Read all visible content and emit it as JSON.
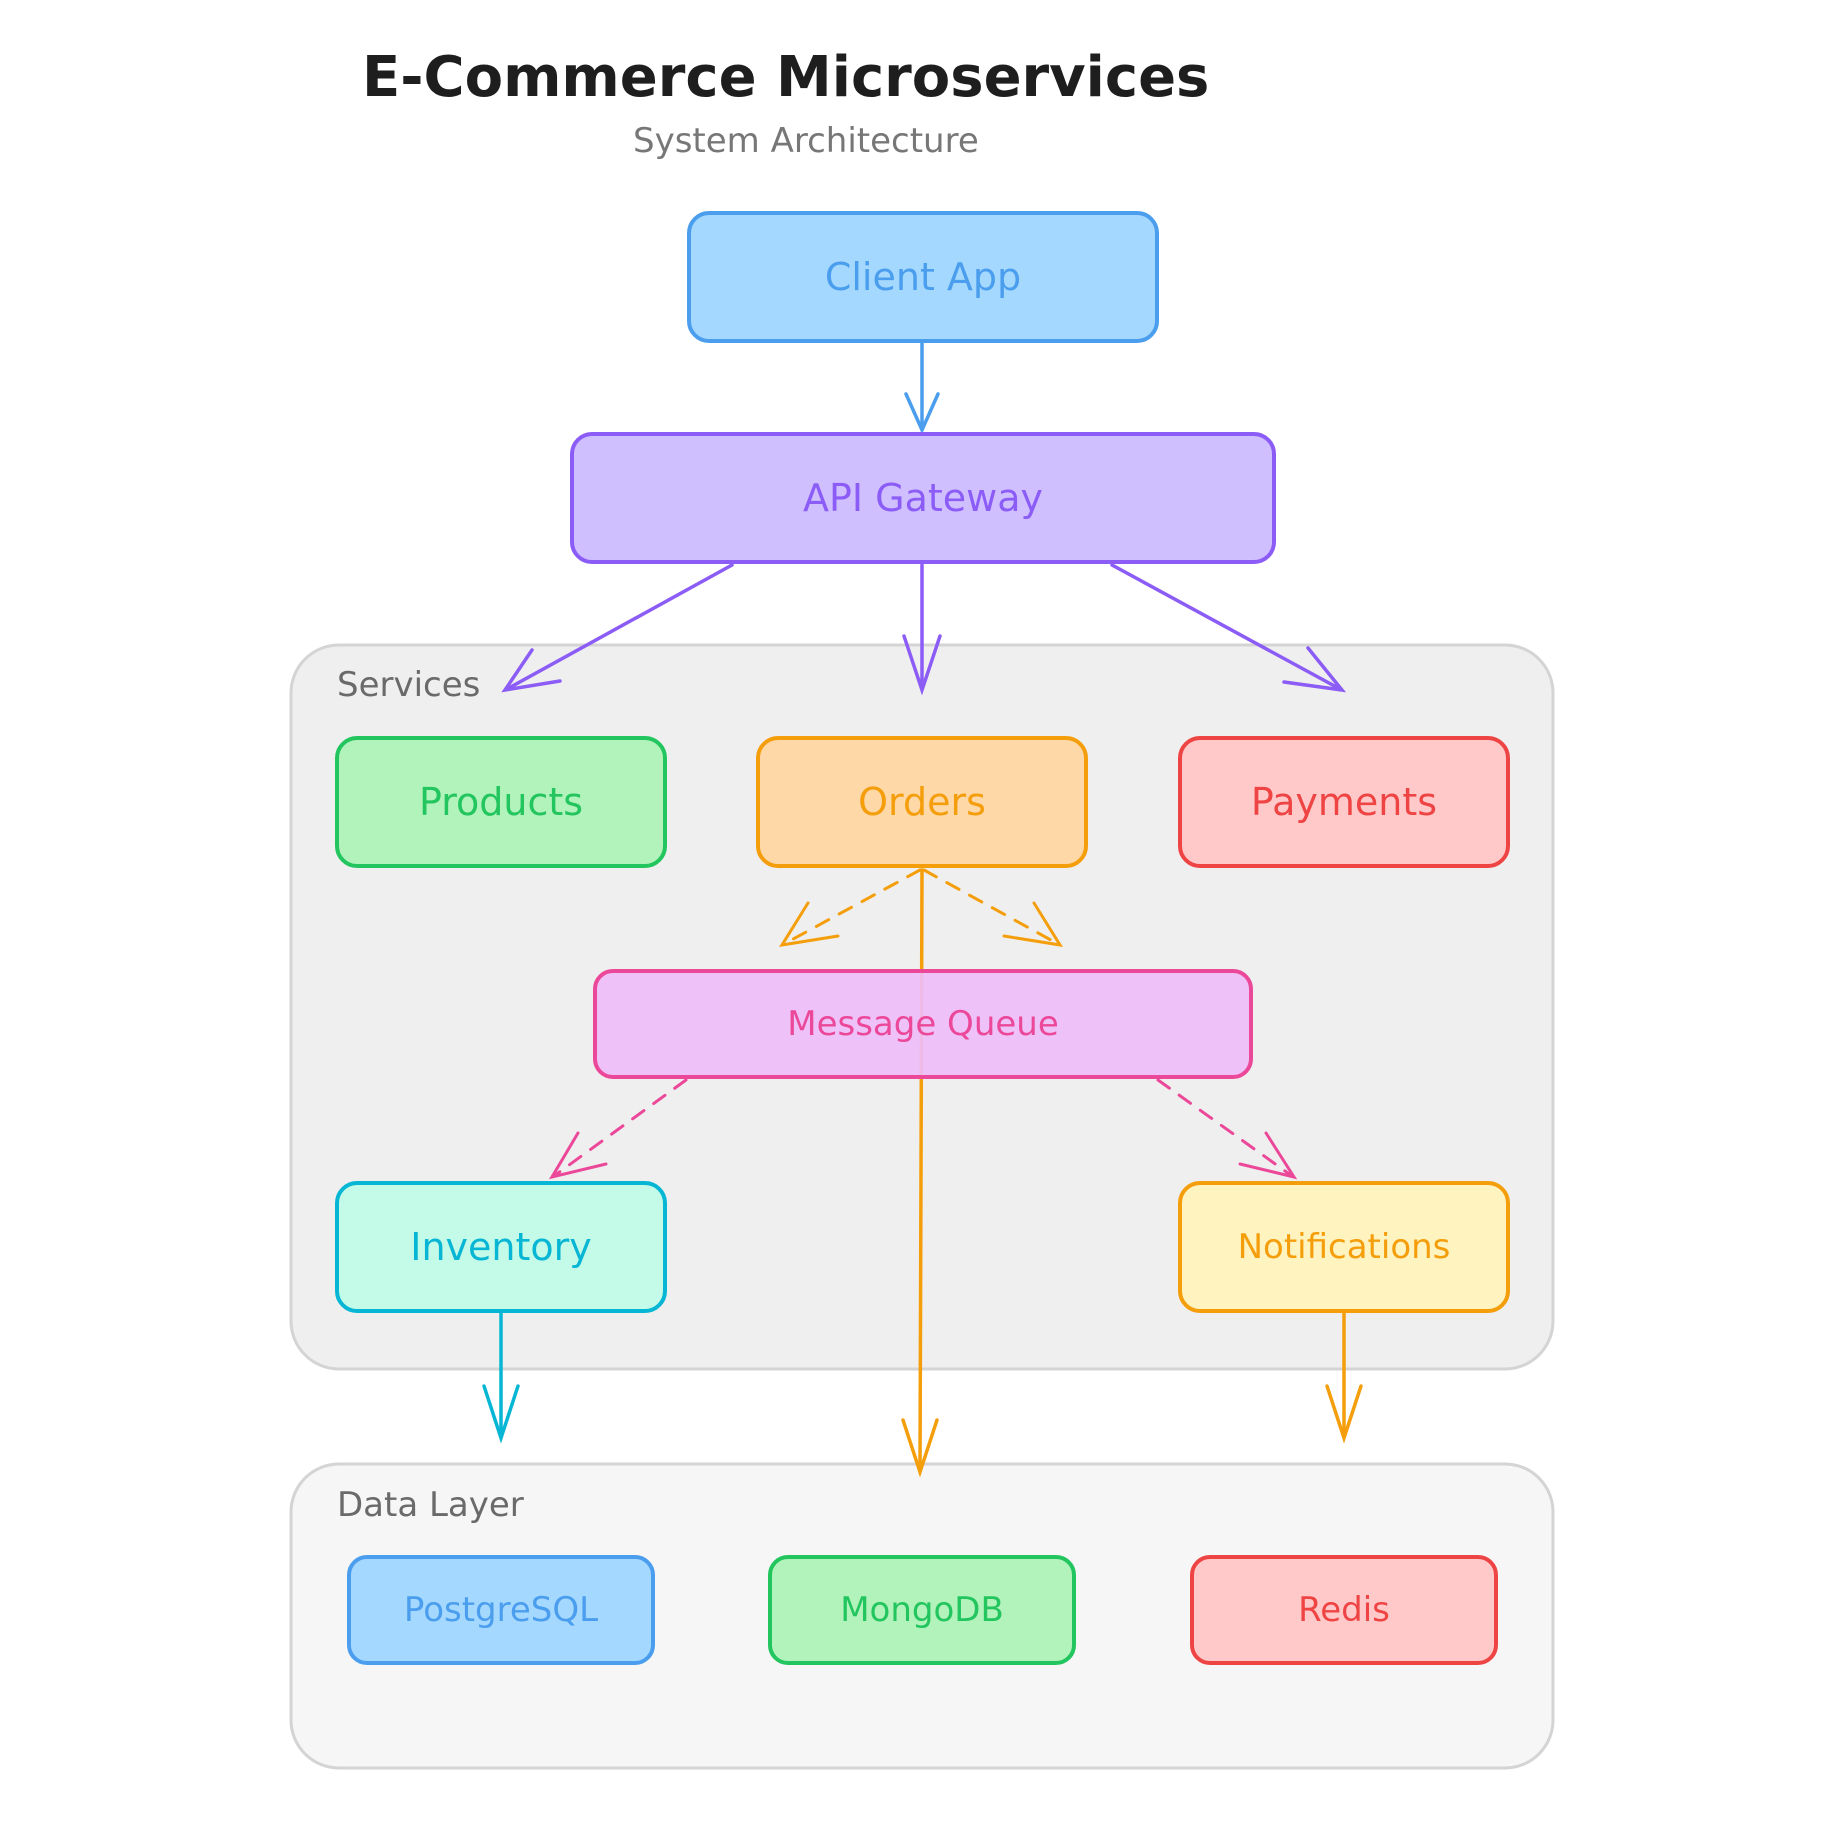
{
  "title": "E-Commerce Microservices",
  "subtitle": "System Architecture",
  "groups": {
    "services": "Services",
    "data_layer": "Data Layer"
  },
  "nodes": {
    "client_app": "Client App",
    "api_gateway": "API Gateway",
    "products": "Products",
    "orders": "Orders",
    "payments": "Payments",
    "message_queue": "Message Queue",
    "inventory": "Inventory",
    "notifications": "Notifications",
    "postgresql": "PostgreSQL",
    "mongodb": "MongoDB",
    "redis": "Redis"
  },
  "colors": {
    "blue_fill": "#a5d8ff",
    "blue_stroke": "#4a9eed",
    "purple_fill": "#d0bfff",
    "purple_stroke": "#8b5cf6",
    "green_fill": "#b2f2bb",
    "green_stroke": "#22c55e",
    "orange_fill": "#ffd8a8",
    "orange_stroke": "#f59e0b",
    "red_fill": "#ffc9c9",
    "red_stroke": "#ef4444",
    "pink_fill": "#eebefa",
    "pink_stroke": "#ec4899",
    "cyan_fill": "#c3fae8",
    "cyan_stroke": "#06b6d4",
    "yellow_fill": "#fff3bf",
    "yellow_stroke": "#f59e0b",
    "group_fill": "#efefef",
    "data_group_fill": "#f6f6f6",
    "group_stroke": "#d4d4d4"
  }
}
